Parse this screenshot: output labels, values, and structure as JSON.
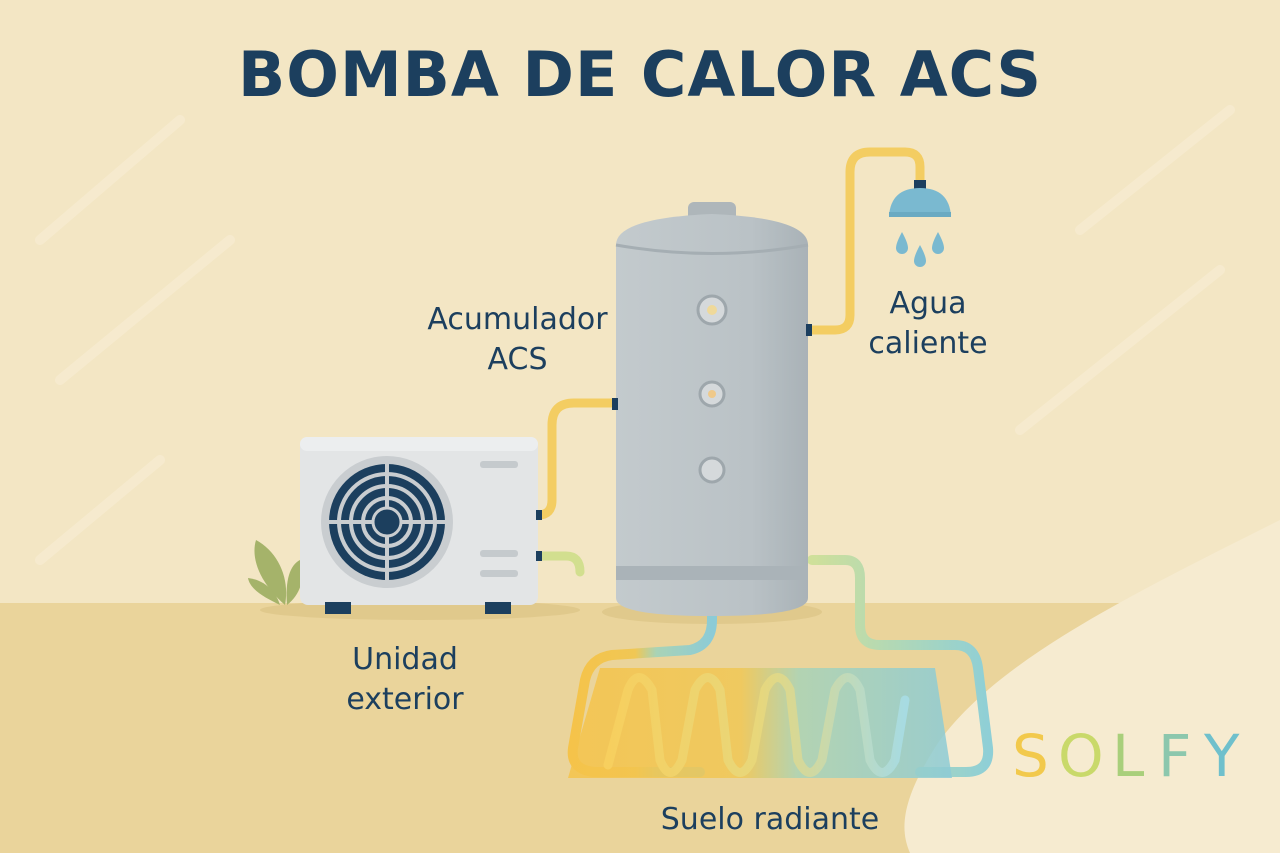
{
  "title": "BOMBA DE CALOR ACS",
  "labels": {
    "tank": [
      "Acumulador",
      "ACS"
    ],
    "hot_water": [
      "Agua",
      "caliente"
    ],
    "outdoor_unit": [
      "Unidad",
      "exterior"
    ],
    "floor_heating": "Suelo radiante"
  },
  "logo": {
    "letters": [
      "S",
      "O",
      "L",
      "F",
      "Y"
    ],
    "colors": [
      "#f2c94c",
      "#c9d96a",
      "#a9cf7b",
      "#8cc7ad",
      "#6fc0cc"
    ]
  },
  "colors": {
    "background": "#f3e6c4",
    "ground": "#ead49b",
    "title": "#1c3f5e",
    "tank": "#bcc4c8",
    "pipe_hot": "#f5c34a",
    "pipe_cold": "#8fcfd6",
    "fan": "#1c3f5e",
    "shower": "#7ab9d0"
  },
  "icons": [
    "heat-pump-unit-icon",
    "fan-icon",
    "tank-icon",
    "shower-head-icon",
    "water-drop-icon",
    "plant-icon",
    "floor-heating-coil-icon"
  ]
}
